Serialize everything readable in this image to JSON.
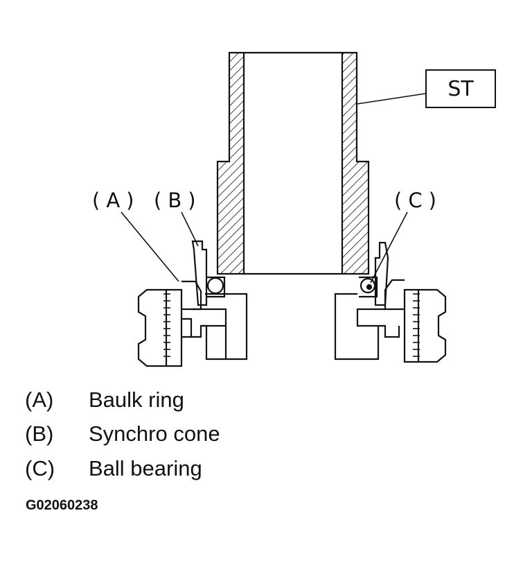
{
  "callouts": {
    "a": "(A)",
    "b": "(B)",
    "c": "(C)",
    "st": "ST"
  },
  "legend": [
    {
      "key": "(A)",
      "text": "Baulk ring"
    },
    {
      "key": "(B)",
      "text": "Synchro cone"
    },
    {
      "key": "(C)",
      "text": "Ball bearing"
    }
  ],
  "figure_id": "G02060238",
  "colors": {
    "ink": "#111111",
    "paper": "#ffffff"
  }
}
